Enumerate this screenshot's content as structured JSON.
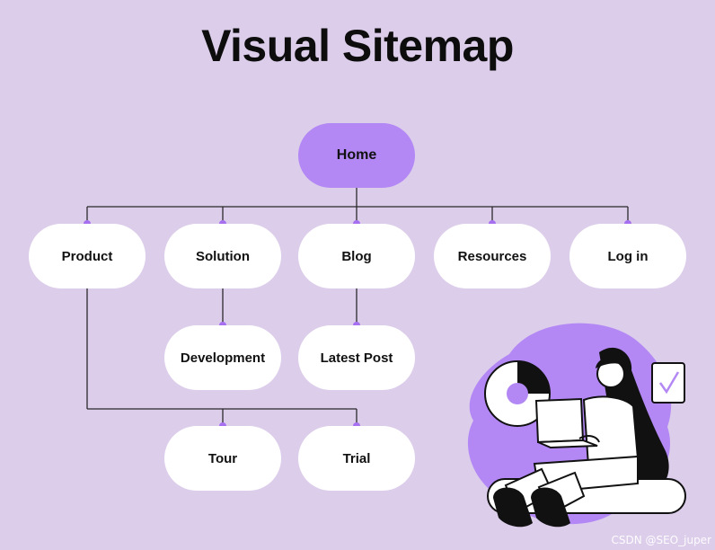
{
  "title": "Visual Sitemap",
  "colors": {
    "background": "#dccdeb",
    "accent": "#b388f5",
    "node": "#ffffff",
    "line": "#2a2a2a",
    "dot": "#a66ff0"
  },
  "nodes": {
    "home": "Home",
    "product": "Product",
    "solution": "Solution",
    "blog": "Blog",
    "resources": "Resources",
    "login": "Log in",
    "development": "Development",
    "latest_post": "Latest Post",
    "tour": "Tour",
    "trial": "Trial"
  },
  "illustration": {
    "description_icon": "person-with-laptop-illustration",
    "check_icon": "checkmark-icon",
    "chart_icon": "donut-chart-icon"
  },
  "watermark": "CSDN @SEO_juper"
}
